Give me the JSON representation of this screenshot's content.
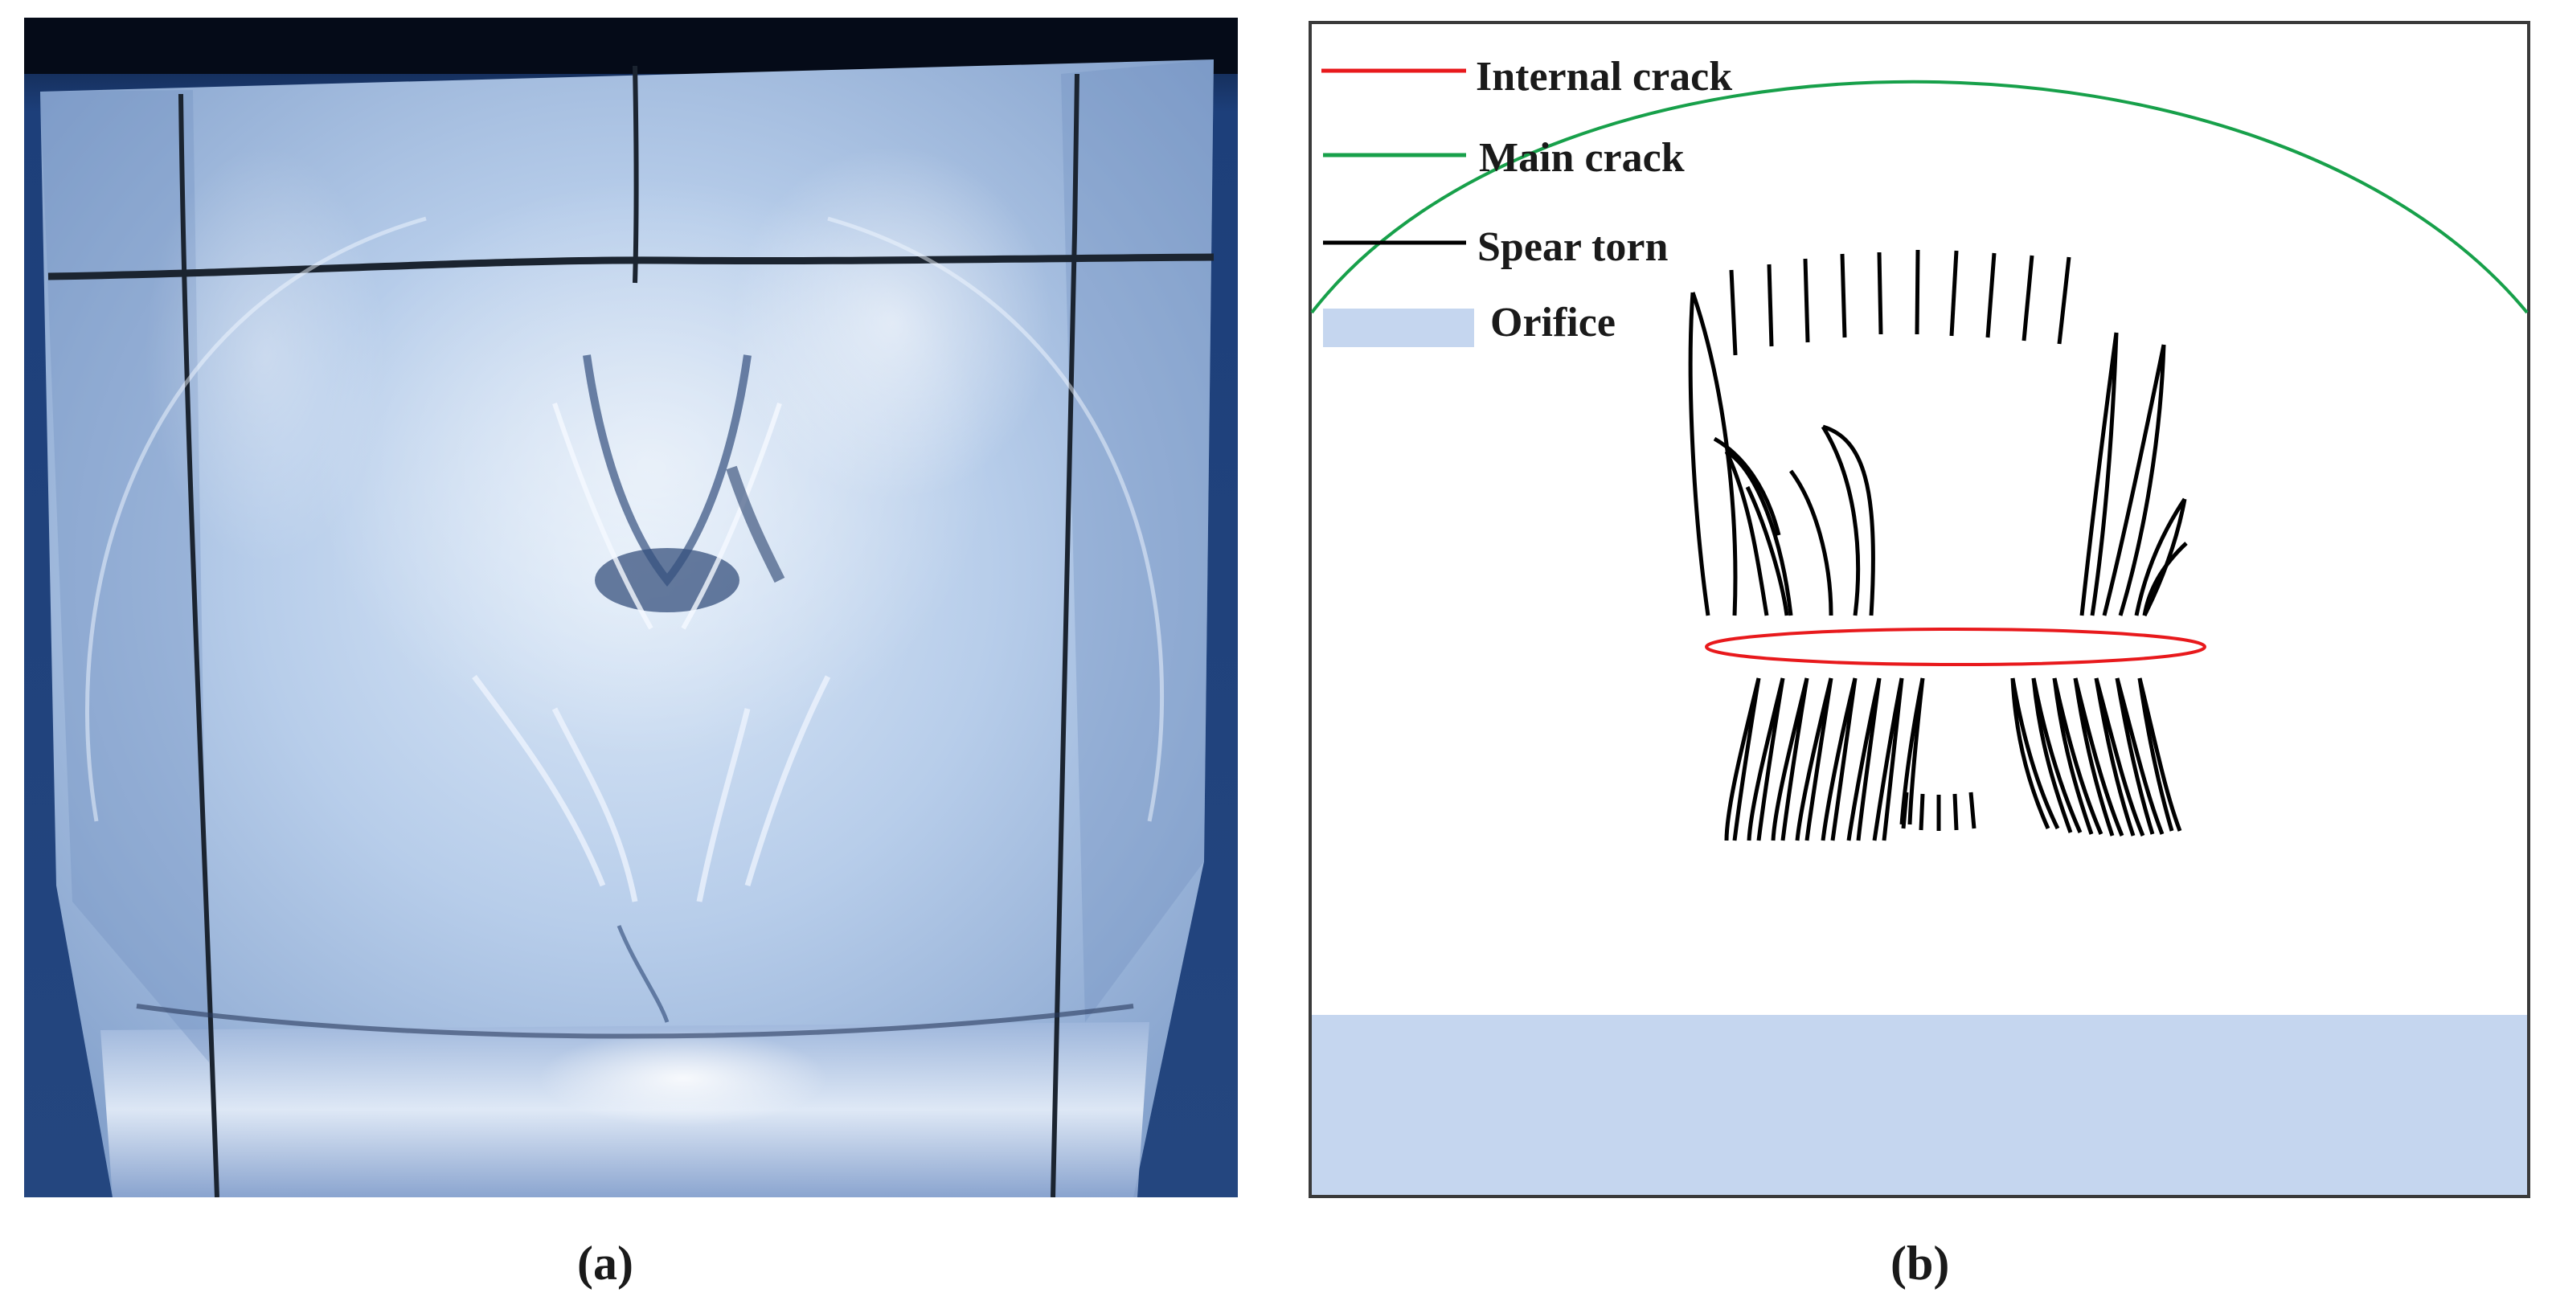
{
  "captions": {
    "a": "(a)",
    "b": "(b)"
  },
  "legend": {
    "internal_crack": "Internal crack",
    "main_crack": "Main crack",
    "spear_torn": "Spear torn",
    "orifice": "Orifice"
  },
  "colors": {
    "internal_crack": "#e8191c",
    "main_crack": "#17a04a",
    "spear_torn": "#000000",
    "orifice": "#c5d6ef",
    "photo_background": "#1d3f7a",
    "photo_block": "#a9c3e6"
  }
}
